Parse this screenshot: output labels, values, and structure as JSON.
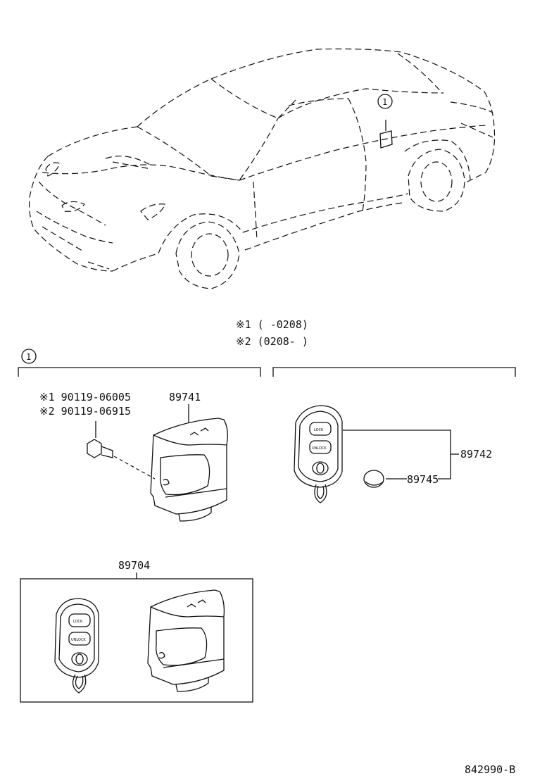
{
  "diagram": {
    "callout_number": "1",
    "notes": {
      "note1": "※1 (     -0208)",
      "note2": "※2 (0208-     )"
    },
    "part_labels": {
      "bolt_ref1": "※1 90119-06005",
      "bolt_ref2": "※2 90119-06915",
      "receiver": "89741",
      "transmitter": "89742",
      "battery": "89745",
      "kit": "89704"
    },
    "key_buttons": {
      "lock": "LOCK",
      "unlock": "UNLOCK"
    },
    "diagram_code": "842990-B"
  }
}
